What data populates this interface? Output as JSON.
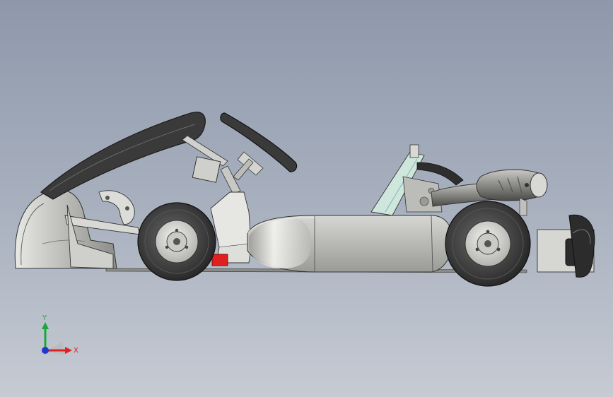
{
  "view": {
    "type": "3d-model-viewport",
    "background_top": "#8e98aa",
    "background_bottom": "#c6cbd3"
  },
  "model": {
    "icon": "go-kart-model",
    "colors": {
      "body": "#d9d9d4",
      "tire": "#3a3a3a",
      "rim": "#d4d4d0",
      "accent_red": "#e02020",
      "frame_mint": "#cfe6dc",
      "dark": "#2c2c2c"
    }
  },
  "triad": {
    "x_label": "X",
    "y_label": "Y",
    "x_color": "#e02020",
    "y_color": "#18a83a",
    "z_color": "#2038d0"
  }
}
